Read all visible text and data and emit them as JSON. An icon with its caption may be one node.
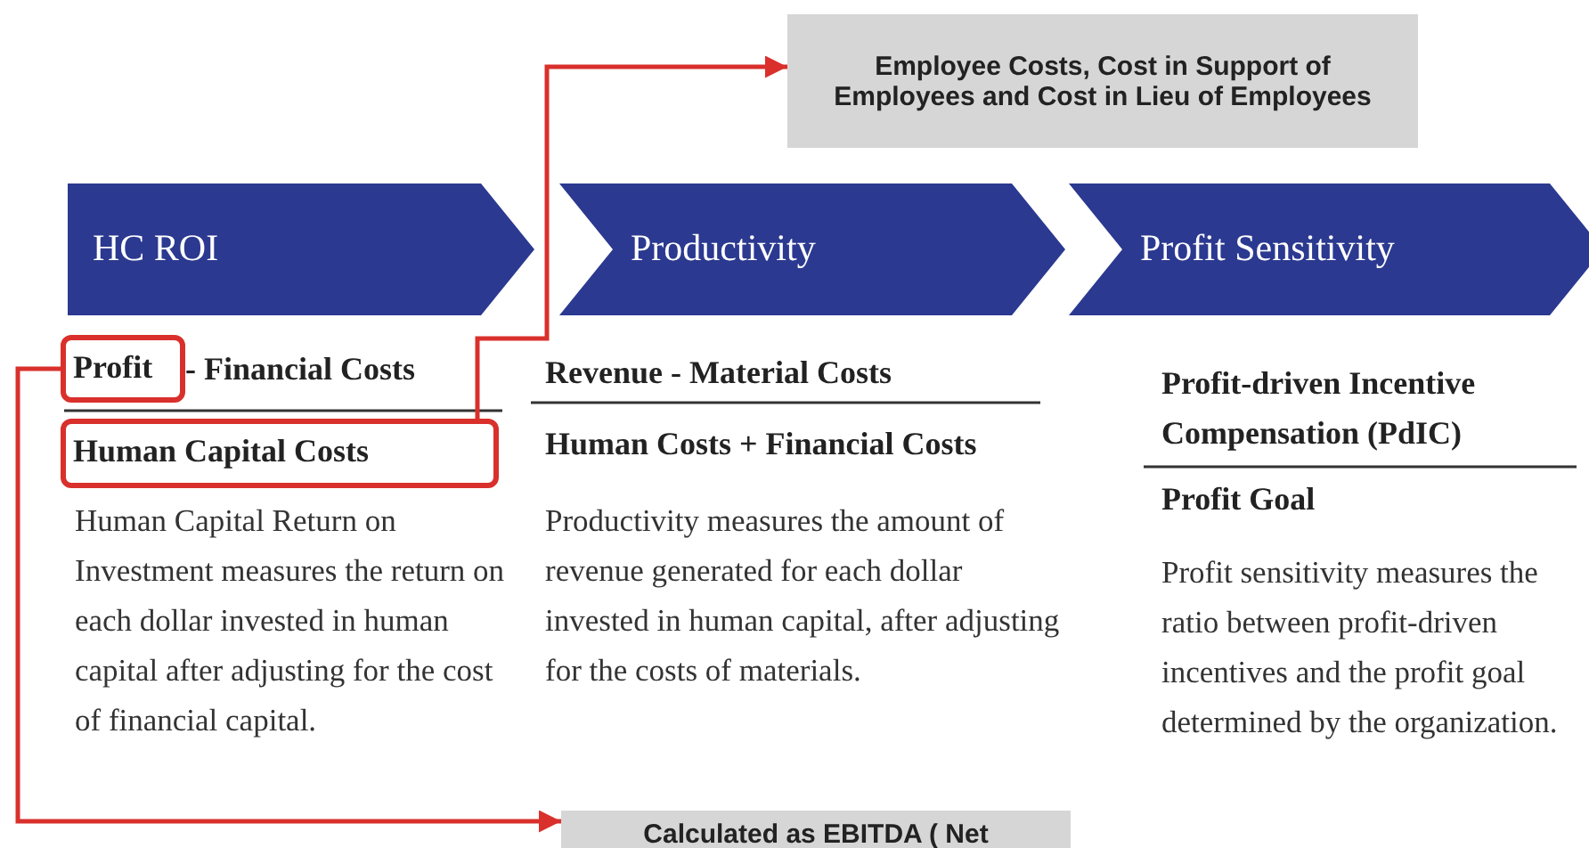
{
  "diagram": {
    "nodes": [
      {
        "text": [
          "Employee Costs, Cost in Support of Employees and Cost in Lieu of Employees"
        ]
      },
      {
        "text": [
          "HC ROI"
        ]
      },
      {
        "text": [
          "Productivity"
        ]
      },
      {
        "text": [
          "Profit Sensitivity"
        ]
      },
      {
        "text": [
          "Profit"
        ]
      },
      {
        "text": [
          "Human Capital Costs"
        ]
      },
      {
        "text": [
          "Calculated as EBITDA ( Net Operating Cash Flow)"
        ]
      }
    ],
    "edges": [
      {
        "from": 5,
        "to": 0,
        "arrow": "to",
        "color": "#d9302c"
      },
      {
        "from": 4,
        "to": 6,
        "arrow": "to",
        "color": "#d9302c"
      }
    ],
    "labels": [
      "- Financial Costs",
      "Revenue - Material Costs",
      "Profit-driven Incentive Compensation (PdIC)",
      "Human Costs + Financial Costs",
      "Profit Goal",
      "Human Capital Return on Investment measures the return on each dollar invested in human capital after adjusting for the cost of financial capital.",
      "Productivity measures the amount of revenue generated for each dollar invested in human capital, after adjusting for the costs of materials.",
      "Profit sensitivity measures the ratio between profit-driven incentives and the profit goal determined by the organization."
    ]
  }
}
